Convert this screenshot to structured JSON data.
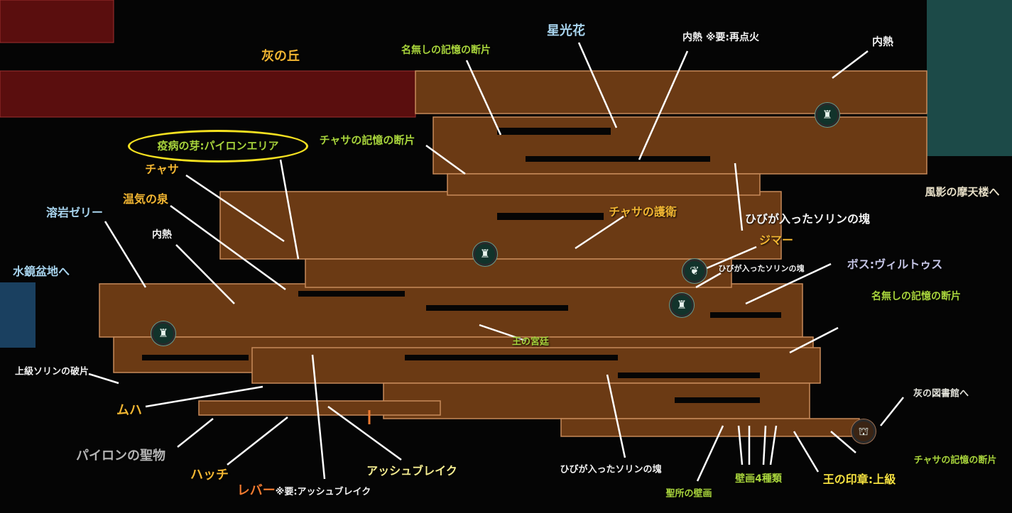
{
  "map": {
    "regions": {
      "ash_hill": "灰の丘",
      "to_mirror_basin": "水鏡盆地へ",
      "to_wind_tower": "風影の摩天楼へ",
      "to_ash_library": "灰の図書館へ",
      "kings_court": "王の宮廷"
    },
    "labels": {
      "nameless_memory_1": "名無しの記憶の断片",
      "starlight_flower": "星光花",
      "inner_heat_relight": "内熱 ※要:再点火",
      "inner_heat_ne": "内熱",
      "plague_sprout": "疫病の芽:パイロンエリア",
      "chasa": "チャサ",
      "chasa_memory_1": "チャサの記憶の断片",
      "warm_spring": "温気の泉",
      "lava_jelly": "溶岩ゼリー",
      "inner_heat_w": "内熱",
      "chasa_guard": "チャサの護衛",
      "cracked_thorin_1": "ひびが入ったソリンの塊",
      "zimmer": "ジマー",
      "cracked_thorin_small": "ひびが入ったソリンの塊",
      "boss": "ボス:ヴィルトゥス",
      "nameless_memory_2": "名無しの記憶の断片",
      "upper_thorin_shard": "上級ソリンの破片",
      "muha": "ムハ",
      "pylon_relic": "パイロンの聖物",
      "hatch": "ハッチ",
      "lever": "レバー",
      "lever_note": "※要:アッシュブレイク",
      "ashbreak": "アッシュブレイク",
      "cracked_thorin_2": "ひびが入ったソリンの塊",
      "sanctuary_mural": "聖所の壁画",
      "murals_4": "壁画4種類",
      "kings_seal": "王の印章:上級",
      "chasa_memory_2": "チャサの記憶の断片"
    },
    "colors": {
      "room": "#6b3a14",
      "room_edge": "#c88a5a",
      "ash_hill": "#6a1010",
      "highlight": "#f4e020"
    }
  }
}
